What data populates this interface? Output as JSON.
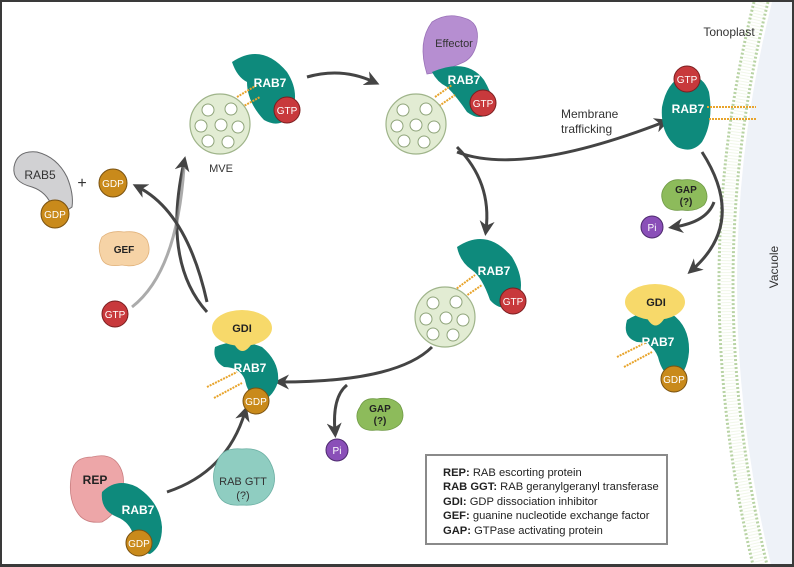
{
  "labels": {
    "rab7": "RAB7",
    "rab5": "RAB5",
    "gtp": "GTP",
    "gdp": "GDP",
    "pi": "Pi",
    "gdi": "GDI",
    "gef": "GEF",
    "gap": "GAP",
    "gap_q": "(?)",
    "rep": "REP",
    "rab_gtt": "RAB GTT",
    "rab_gtt_q": "(?)",
    "effector": "Effector",
    "mve": "MVE",
    "plus": "+",
    "membrane_trafficking_1": "Membrane",
    "membrane_trafficking_2": "trafficking",
    "tonoplast": "Tonoplast",
    "vacuole": "Vacuole"
  },
  "legend": {
    "items": [
      {
        "term": "REP:",
        "definition": " RAB escorting protein"
      },
      {
        "term": "RAB GGT:",
        "definition": " RAB geranylgeranyl transferase"
      },
      {
        "term": "GDI:",
        "definition": " GDP dissociation inhibitor"
      },
      {
        "term": "GEF:",
        "definition": " guanine nucleotide exchange factor"
      },
      {
        "term": "GAP:",
        "definition": " GTPase activating protein"
      }
    ]
  },
  "colors": {
    "rab7": "#0e8a7c",
    "gtp": "#c8393c",
    "gdp": "#c98a1b",
    "pi": "#8a4fb8",
    "gdi": "#f7d96a",
    "gef": "#f6d3a6",
    "gap": "#8dbb5b",
    "rep": "#eda6a8",
    "rab_gtt": "#8fcdc1",
    "effector": "#b68ed1",
    "mve": "#e2ecd3",
    "rab5": "#d1d1d3",
    "arrow": "#444444",
    "lipid": "#e8a42b",
    "vacuole": "#eef2f8"
  }
}
